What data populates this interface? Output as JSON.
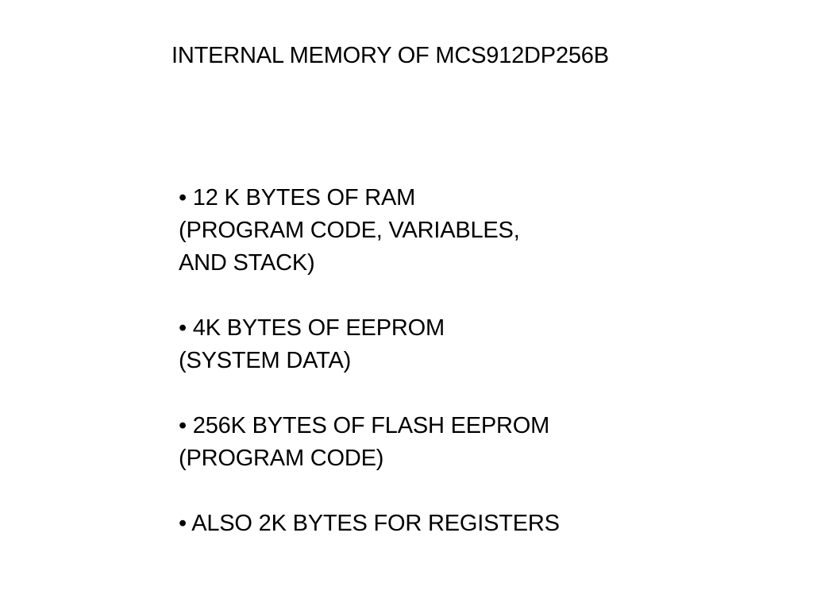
{
  "slide": {
    "title": "INTERNAL MEMORY OF MCS912DP256B",
    "bullets": [
      {
        "lines": [
          "• 12 K BYTES OF RAM",
          "(PROGRAM CODE, VARIABLES,",
          "AND STACK)"
        ]
      },
      {
        "lines": [
          "• 4K BYTES OF EEPROM",
          "(SYSTEM DATA)"
        ]
      },
      {
        "lines": [
          "• 256K BYTES OF FLASH EEPROM",
          "(PROGRAM CODE)"
        ]
      },
      {
        "lines": [
          "• ALSO 2K BYTES FOR REGISTERS"
        ]
      }
    ]
  }
}
